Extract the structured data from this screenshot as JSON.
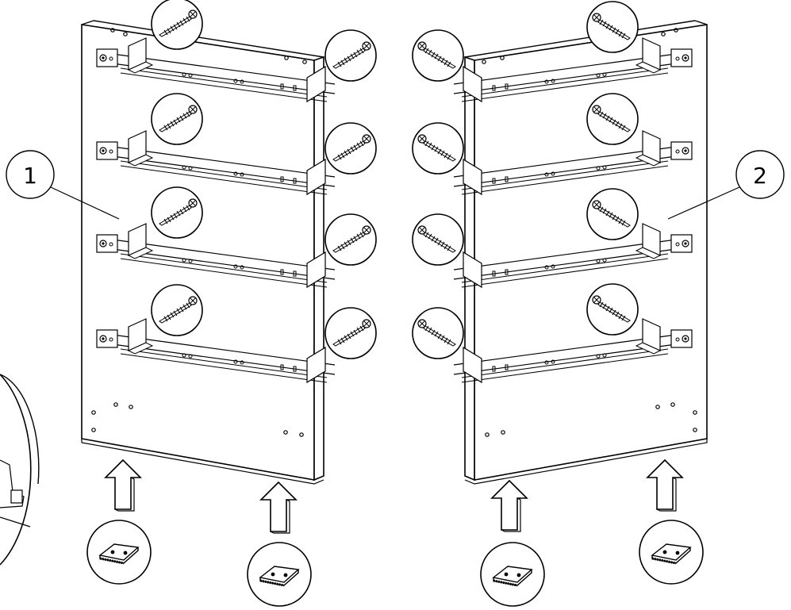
{
  "callouts": [
    {
      "label": "1"
    },
    {
      "label": "2"
    }
  ],
  "panels": {
    "left": {
      "part": "1",
      "rails": 4,
      "screw_callouts": 8,
      "foot_callouts": 2
    },
    "right": {
      "part": "2",
      "rails": 4,
      "screw_callouts": 8,
      "foot_callouts": 2
    }
  },
  "icons": {
    "screw": "wood-screw-icon",
    "foot": "felt-pad-icon",
    "arrow": "up-arrow-icon"
  },
  "colors": {
    "line": "#000000",
    "fill": "#ffffff",
    "shade": "#d9d9d9"
  }
}
